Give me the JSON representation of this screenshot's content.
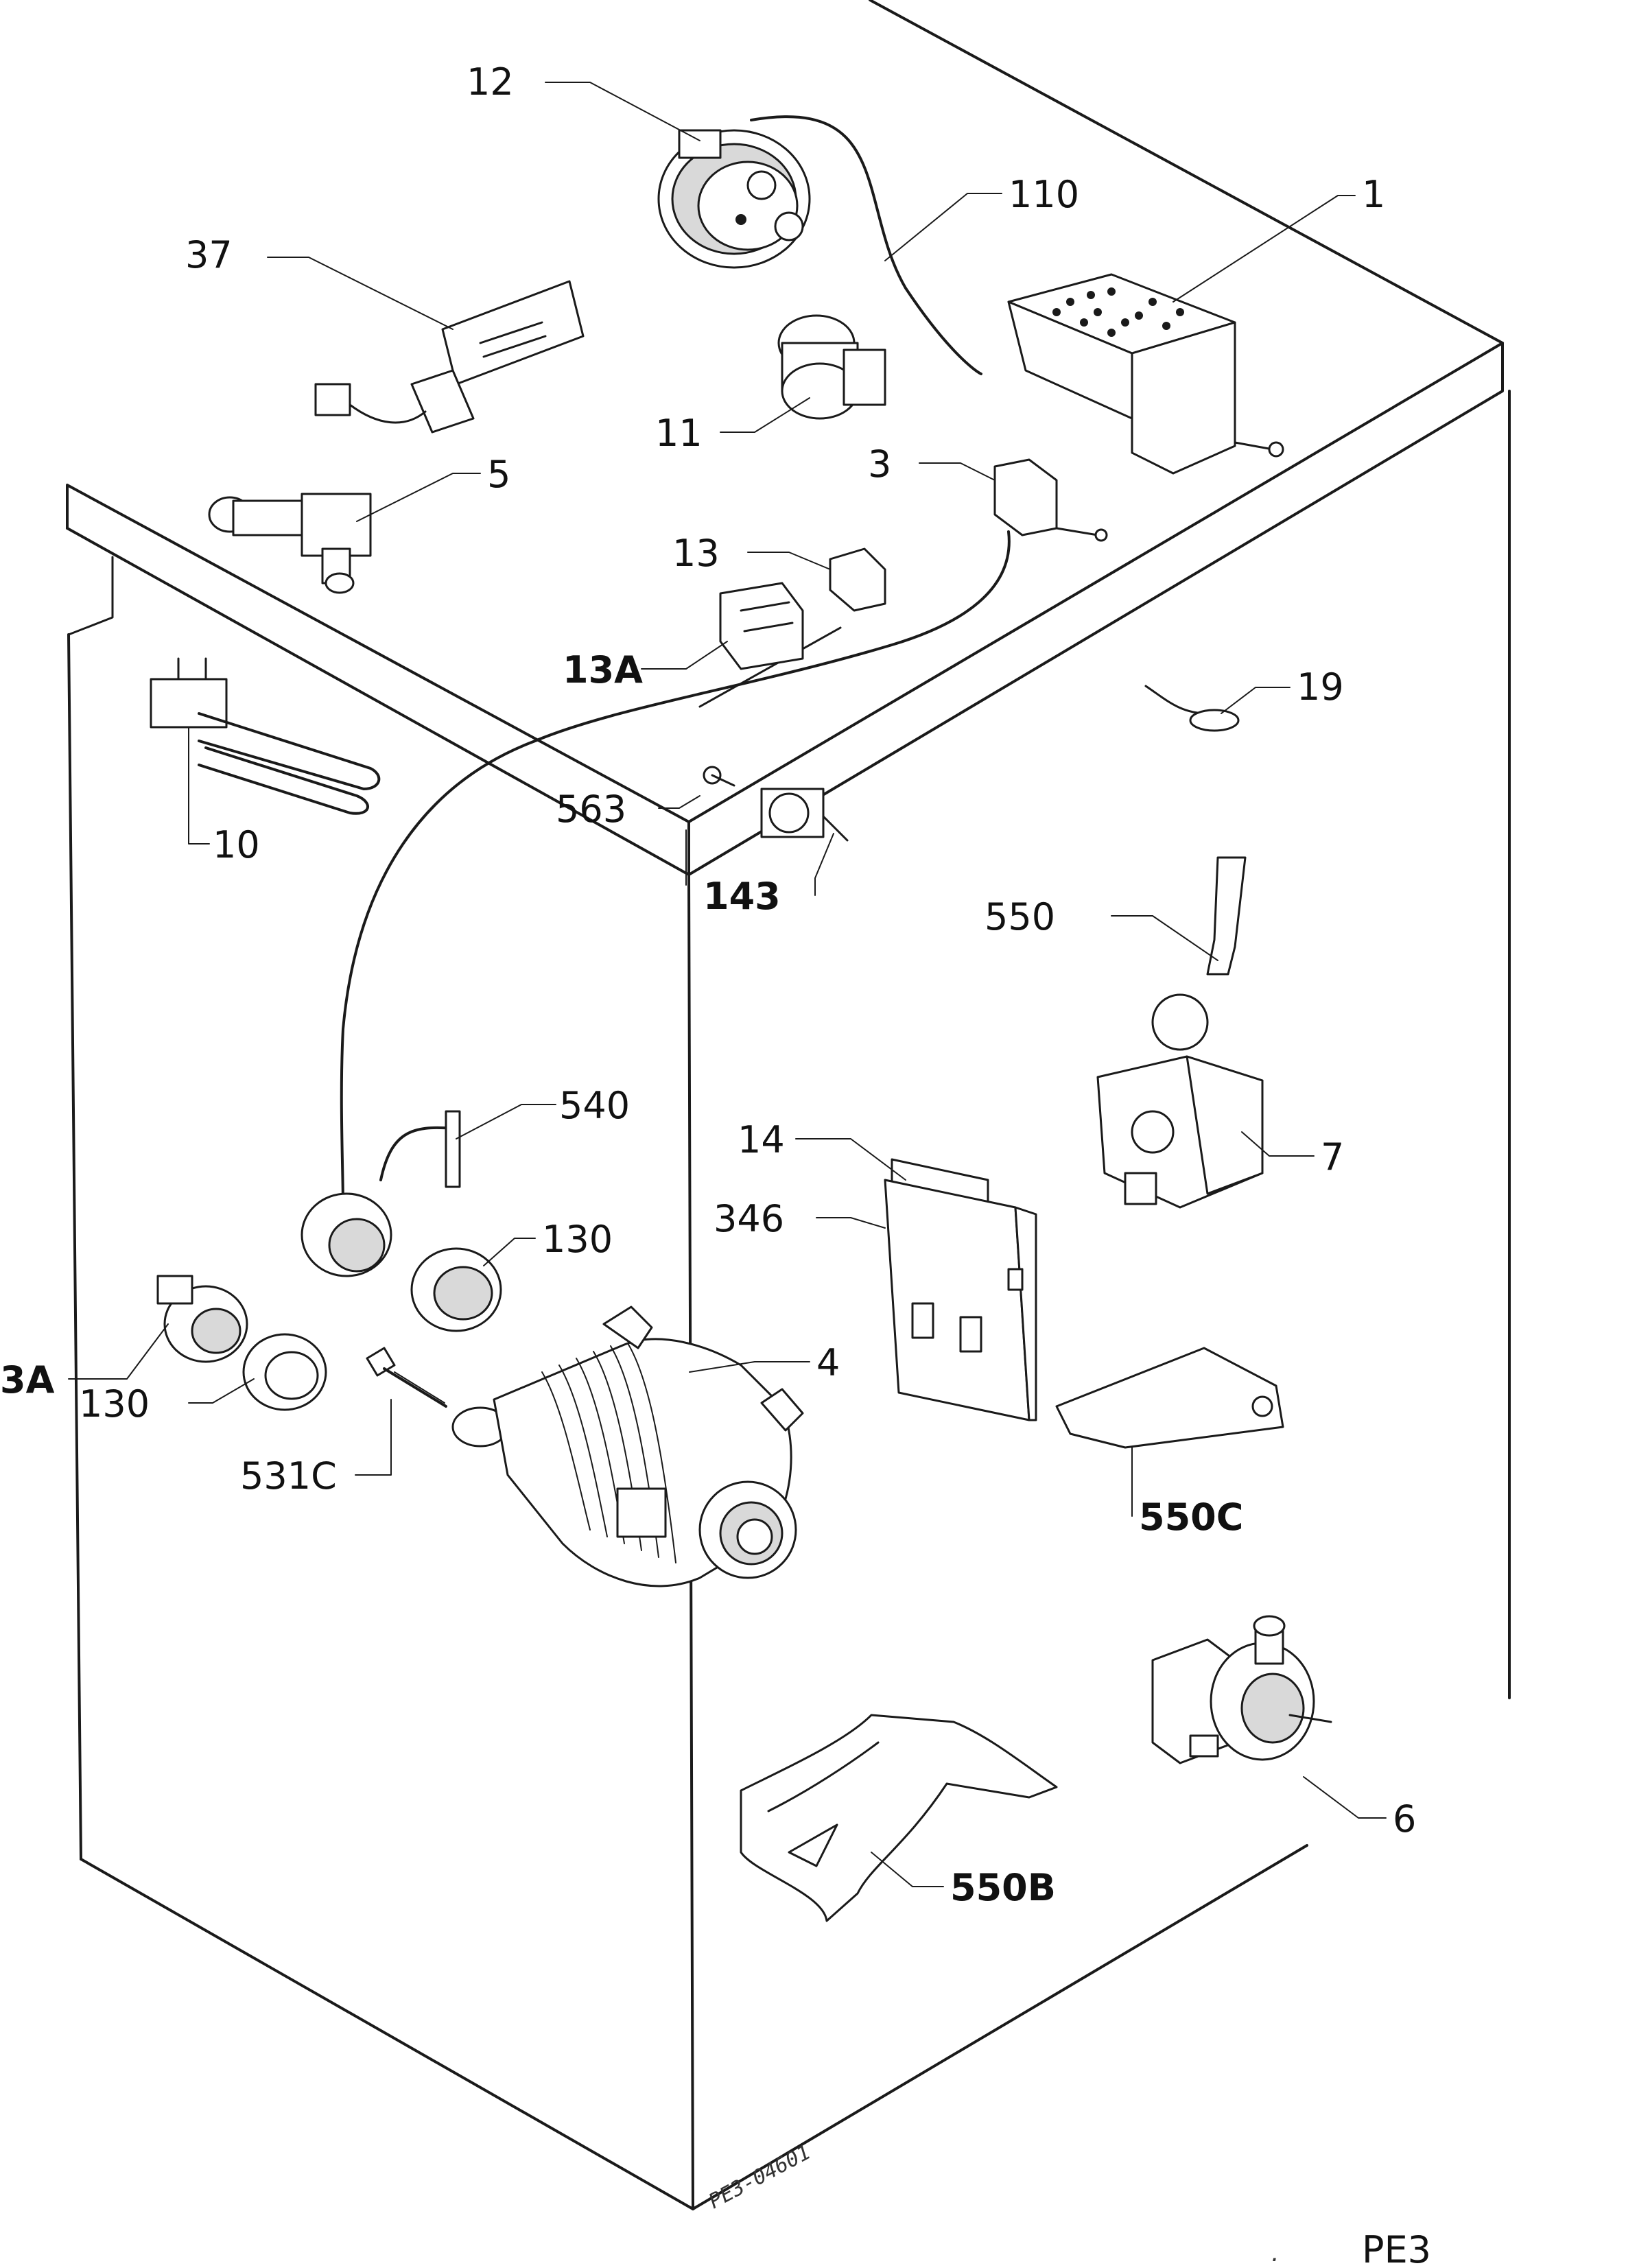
{
  "diagram": {
    "sheet_code": "PE3",
    "drawing_number": "PE3-04601",
    "callouts": {
      "p1": "1",
      "p3": "3",
      "p3a": "3A",
      "p4": "4",
      "p5": "5",
      "p6": "6",
      "p7": "7",
      "p10": "10",
      "p11": "11",
      "p12": "12",
      "p13": "13",
      "p13a": "13A",
      "p14": "14",
      "p19": "19",
      "p37": "37",
      "p110": "110",
      "p130a": "130",
      "p130b": "130",
      "p143": "143",
      "p346": "346",
      "p531c": "531C",
      "p540": "540",
      "p550": "550",
      "p550b": "550B",
      "p550c": "550C",
      "p563": "563"
    }
  }
}
